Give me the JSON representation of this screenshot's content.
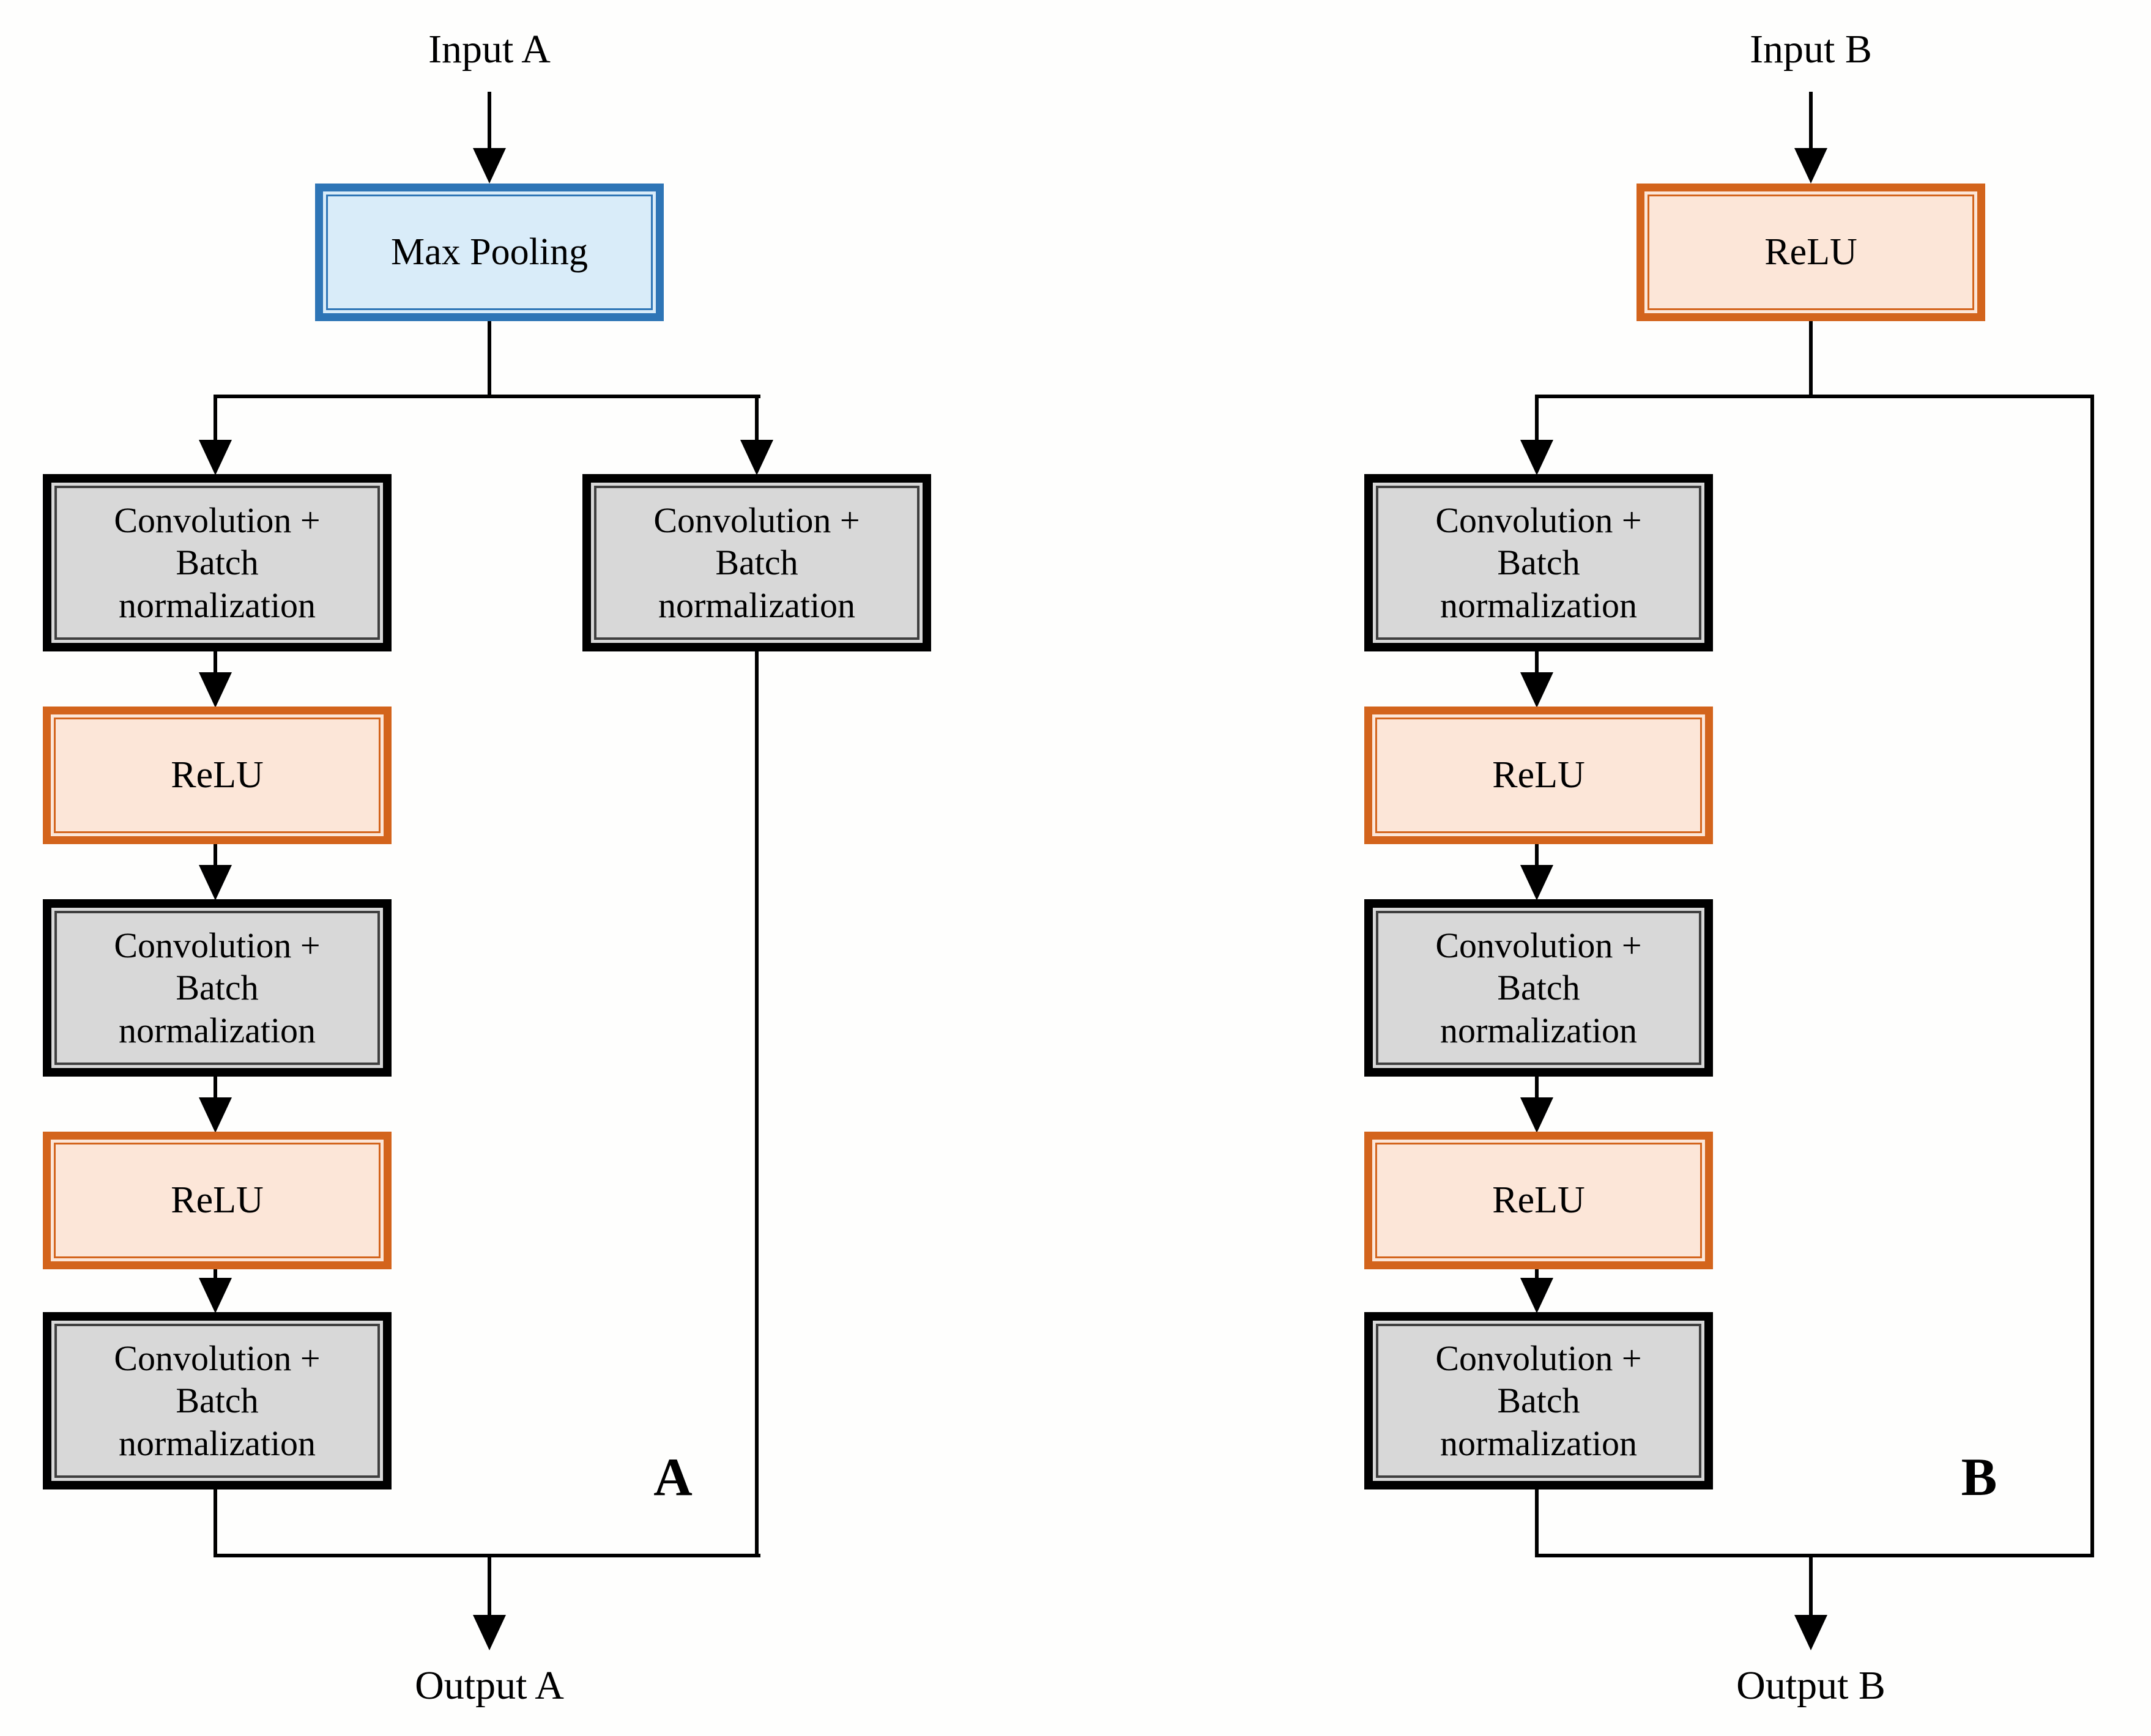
{
  "colors": {
    "connector": "#000000",
    "conv_fill": "#d8d8d8",
    "conv_border": "#000000",
    "conv_inner_border": "#3f3f3f",
    "pool_fill": "#d9ecf9",
    "pool_border": "#2e75b6",
    "relu_fill": "#fce6d8",
    "relu_border": "#d3641c",
    "text": "#000000"
  },
  "block_a": {
    "input_label": "Input A",
    "top_box": "Max Pooling",
    "main_path": [
      "Convolution +\nBatch\nnormalization",
      "ReLU",
      "Convolution +\nBatch\nnormalization",
      "ReLU",
      "Convolution +\nBatch\nnormalization"
    ],
    "skip_box": "Convolution +\nBatch\nnormalization",
    "output_label": "Output A",
    "section_label": "A"
  },
  "block_b": {
    "input_label": "Input B",
    "top_box": "ReLU",
    "main_path": [
      "Convolution +\nBatch\nnormalization",
      "ReLU",
      "Convolution +\nBatch\nnormalization",
      "ReLU",
      "Convolution +\nBatch\nnormalization"
    ],
    "output_label": "Output B",
    "section_label": "B"
  }
}
